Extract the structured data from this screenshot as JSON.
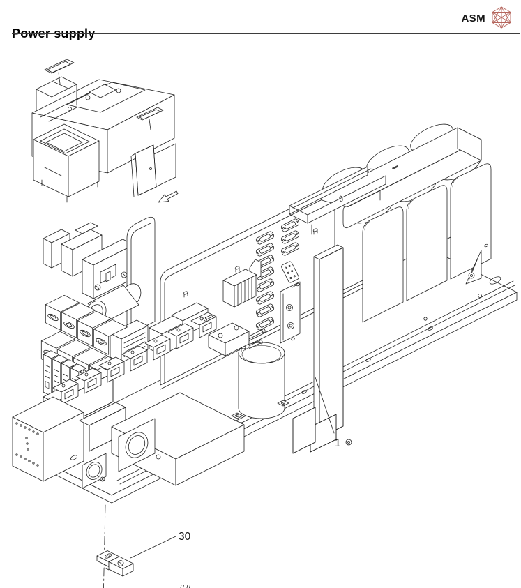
{
  "page": {
    "title": "Power supply",
    "brand": "ASM"
  },
  "callouts": {
    "main_assembly": "1",
    "mounting_bracket": "30"
  }
}
